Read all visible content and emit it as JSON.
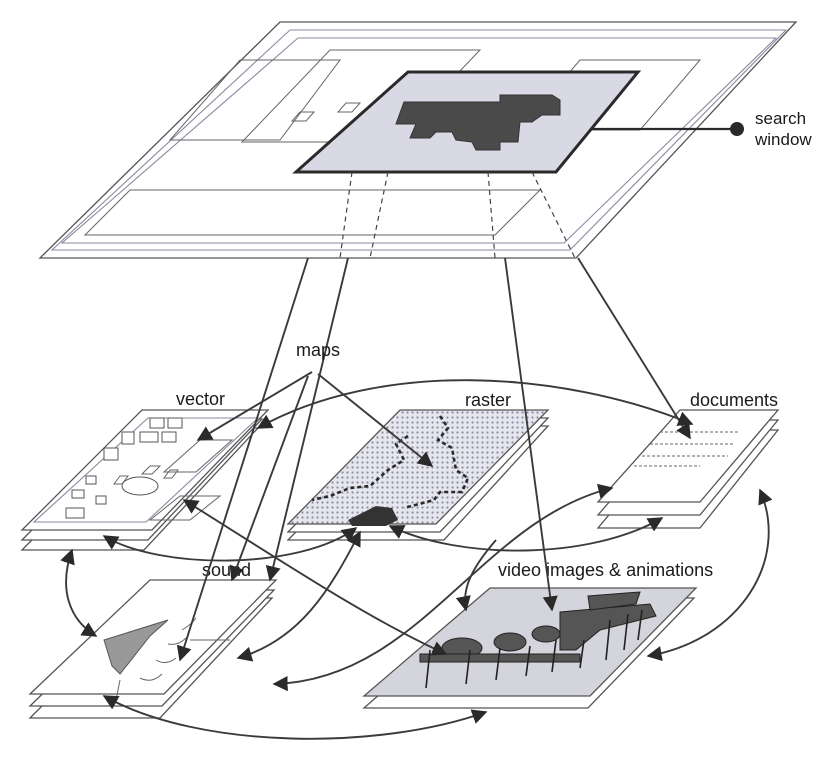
{
  "labels": {
    "search_window": [
      "search",
      "window"
    ],
    "maps": "maps",
    "vector": "vector",
    "raster": "raster",
    "documents": "documents",
    "sound": "sound",
    "video": "video images & animations"
  },
  "colors": {
    "line": "#3a3a3a",
    "plane_stroke": "#555555",
    "inner_stroke": "#8a8aa0",
    "window_fill": "#d9d9e6",
    "dark_fill": "#4a4a4a",
    "video_fill": "#d4d4dc",
    "raster_fill": "#cfd0da"
  }
}
